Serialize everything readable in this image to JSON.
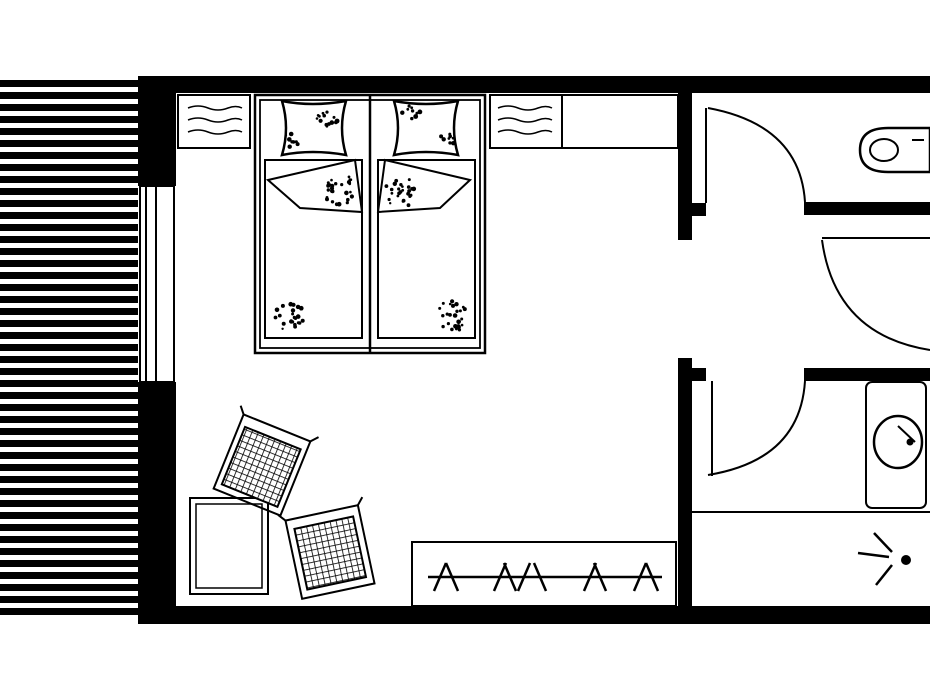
{
  "floor_plan": {
    "labels": [],
    "colors": {
      "line": "#000000",
      "background": "#ffffff"
    },
    "rooms": [
      "bedroom",
      "toilet-room",
      "bathroom",
      "shower-area",
      "balcony"
    ],
    "furniture": [
      "double-bed",
      "pillow",
      "pillow",
      "nightstand",
      "nightstand",
      "folding-chair",
      "folding-chair",
      "small-table",
      "wardrobe",
      "toilet",
      "washbasin",
      "shower-head"
    ]
  }
}
